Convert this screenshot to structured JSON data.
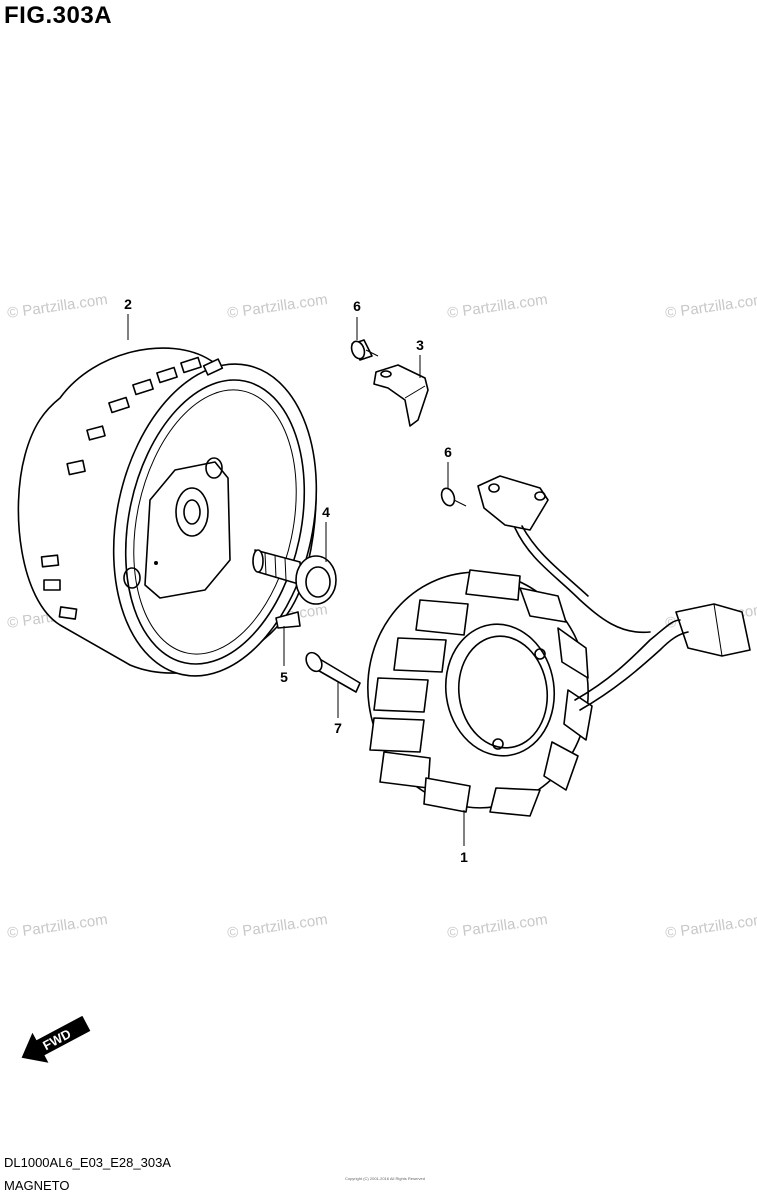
{
  "figure": {
    "title": "FIG.303A",
    "code": "DL1000AL6_E03_E28_303A",
    "name": "MAGNETO",
    "fine_print": "Copyright (C) 2001-2016 All Rights Reserved"
  },
  "watermark": "© Partzilla.com",
  "callouts": {
    "c1": "1",
    "c2": "2",
    "c3": "3",
    "c4": "4",
    "c5": "5",
    "c6a": "6",
    "c6b": "6",
    "c7": "7"
  },
  "fwd_label": "FWD"
}
